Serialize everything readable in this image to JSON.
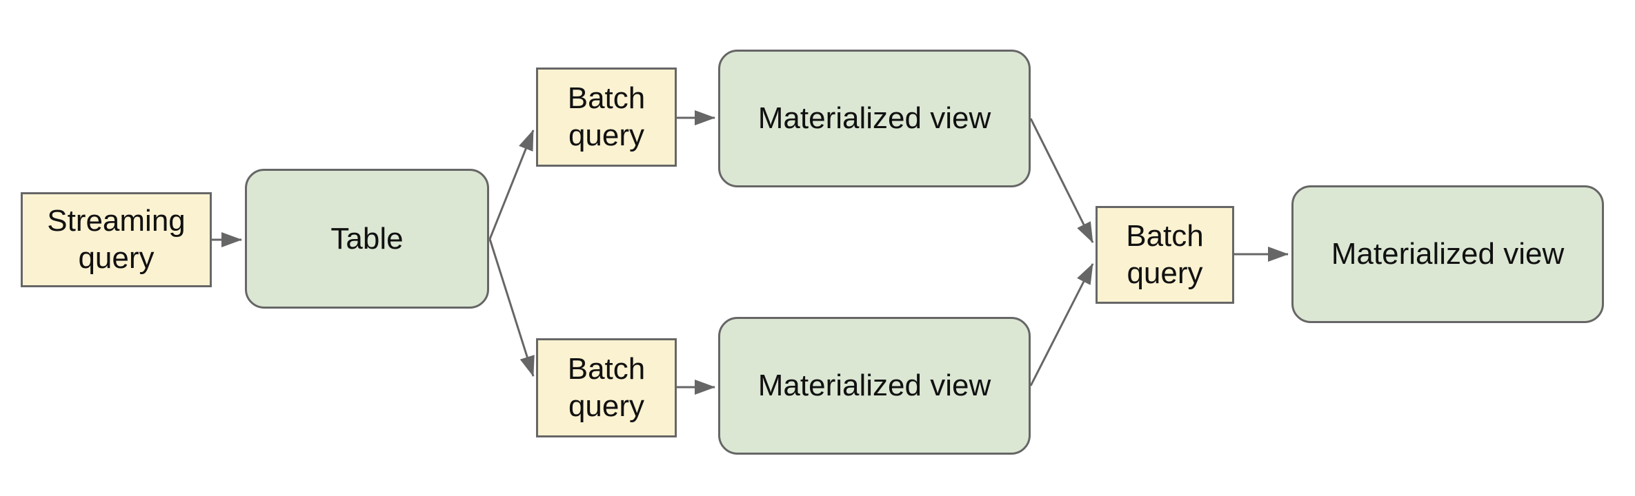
{
  "diagram": {
    "description": "Streaming and batch query pipeline flow diagram",
    "nodes": [
      {
        "id": "streaming-query",
        "label": "Streaming query",
        "kind": "query"
      },
      {
        "id": "table",
        "label": "Table",
        "kind": "store"
      },
      {
        "id": "batch-query-top",
        "label": "Batch query",
        "kind": "query"
      },
      {
        "id": "materialized-view-top",
        "label": "Materialized view",
        "kind": "store"
      },
      {
        "id": "batch-query-bottom",
        "label": "Batch query",
        "kind": "query"
      },
      {
        "id": "materialized-view-bottom",
        "label": "Materialized view",
        "kind": "store"
      },
      {
        "id": "batch-query-merge",
        "label": "Batch query",
        "kind": "query"
      },
      {
        "id": "materialized-view-final",
        "label": "Materialized view",
        "kind": "store"
      }
    ],
    "edges": [
      {
        "from": "streaming-query",
        "to": "table"
      },
      {
        "from": "table",
        "to": "batch-query-top"
      },
      {
        "from": "table",
        "to": "batch-query-bottom"
      },
      {
        "from": "batch-query-top",
        "to": "materialized-view-top"
      },
      {
        "from": "batch-query-bottom",
        "to": "materialized-view-bottom"
      },
      {
        "from": "materialized-view-top",
        "to": "batch-query-merge"
      },
      {
        "from": "materialized-view-bottom",
        "to": "batch-query-merge"
      },
      {
        "from": "batch-query-merge",
        "to": "materialized-view-final"
      }
    ],
    "colors": {
      "query_fill": "#FBF2D1",
      "store_fill": "#DBE7D3",
      "border": "#666666",
      "arrow": "#666666",
      "text": "#111111",
      "background": "#FFFFFF"
    }
  }
}
